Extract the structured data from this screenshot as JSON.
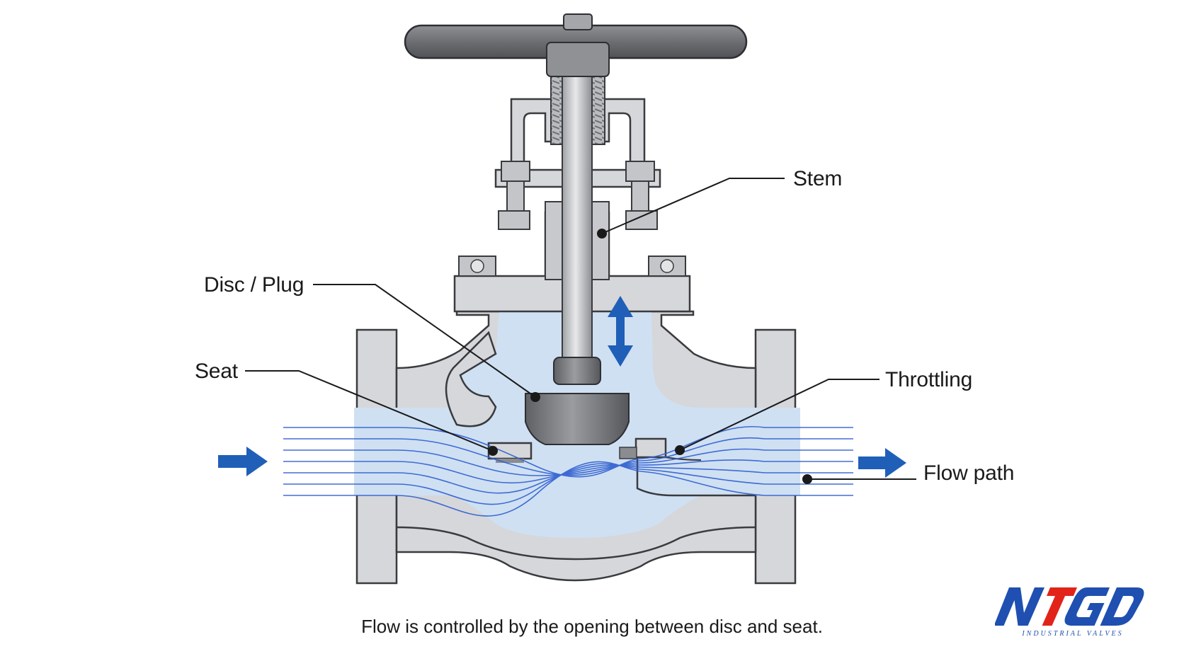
{
  "labels": {
    "stem": "Stem",
    "disc_plug": "Disc / Plug",
    "seat": "Seat",
    "throttling": "Throttling",
    "flow_path": "Flow path"
  },
  "caption": "Flow is controlled by the opening between disc and seat.",
  "logo": {
    "wordmark": "NTGD",
    "subtitle": "INDUSTRIAL VALVES"
  },
  "colors": {
    "metal": "#d6d7da",
    "metal_dark": "#8a8c90",
    "fluid": "#cfe0f3",
    "flow_line": "#2f5fd0",
    "arrow": "#1f5fb8",
    "logo_blue": "#1f4fb0",
    "logo_red": "#e2231a"
  },
  "icons": [
    "flow-inlet-arrow-icon",
    "flow-outlet-arrow-icon",
    "stem-travel-arrow-icon"
  ]
}
